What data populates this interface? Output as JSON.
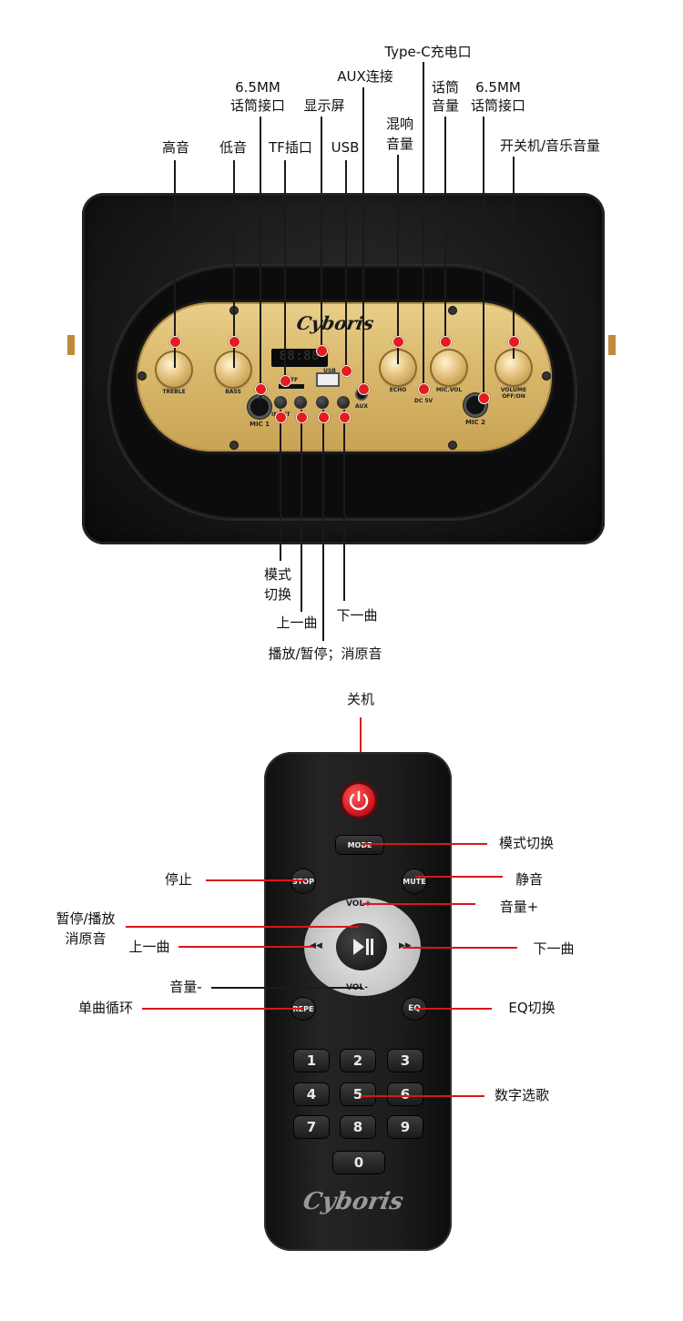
{
  "speaker": {
    "labels": {
      "treble": "高音",
      "bass": "低音",
      "mic_jack1_line1": "6.5MM",
      "mic_jack1_line2": "话筒接口",
      "tf_slot": "TF插口",
      "display": "显示屏",
      "usb": "USB",
      "aux_line": "AUX连接",
      "echo_line1": "混响",
      "echo_line2": "音量",
      "typec": "Type-C充电口",
      "mic_vol_line1": "话筒",
      "mic_vol_line2": "音量",
      "mic_jack2_line1": "6.5MM",
      "mic_jack2_line2": "话筒接口",
      "power_volume": "开关机/音乐音量",
      "mode_line1": "模式",
      "mode_line2": "切换",
      "prev": "上一曲",
      "next": "下一曲",
      "play": "播放/暂停；消原音"
    },
    "panel_text": {
      "brand": "Cyboris",
      "display_value": "88:88",
      "treble": "TREBLE",
      "bass": "BASS",
      "mic1": "MIC 1",
      "tf": "TF",
      "usb": "USB",
      "aux": "AUX",
      "echo": "ECHO",
      "dc": "DC 5V",
      "micvol": "MIC.VOL",
      "volume1": "VOLUME",
      "volume2": "OFF/ON",
      "mic2": "MIC 2",
      "input": "INPUT"
    }
  },
  "remote": {
    "labels": {
      "power_off": "关机",
      "mode_switch": "模式切换",
      "stop": "停止",
      "mute": "静音",
      "pause_play_line1": "暂停/播放",
      "pause_play_line2": "消原音",
      "vol_up": "音量+",
      "prev": "上一曲",
      "next": "下一曲",
      "vol_down": "音量-",
      "repeat": "单曲循环",
      "eq": "EQ切换",
      "digit": "数字选歌"
    },
    "buttons": {
      "mode": "MODE",
      "stop": "STOP",
      "mute": "MUTE",
      "vol_plus": "VOL+",
      "vol_minus": "VOL-",
      "repe": "REPE",
      "eq": "EQ",
      "n1": "1",
      "n2": "2",
      "n3": "3",
      "n4": "4",
      "n5": "5",
      "n6": "6",
      "n7": "7",
      "n8": "8",
      "n9": "9",
      "n0": "0"
    },
    "brand": "Cyboris"
  },
  "colors": {
    "leader_red": "#d8161c",
    "leader_black": "#1a1a1a",
    "gold": "#d9b86c",
    "power_red": "#c8101a"
  }
}
